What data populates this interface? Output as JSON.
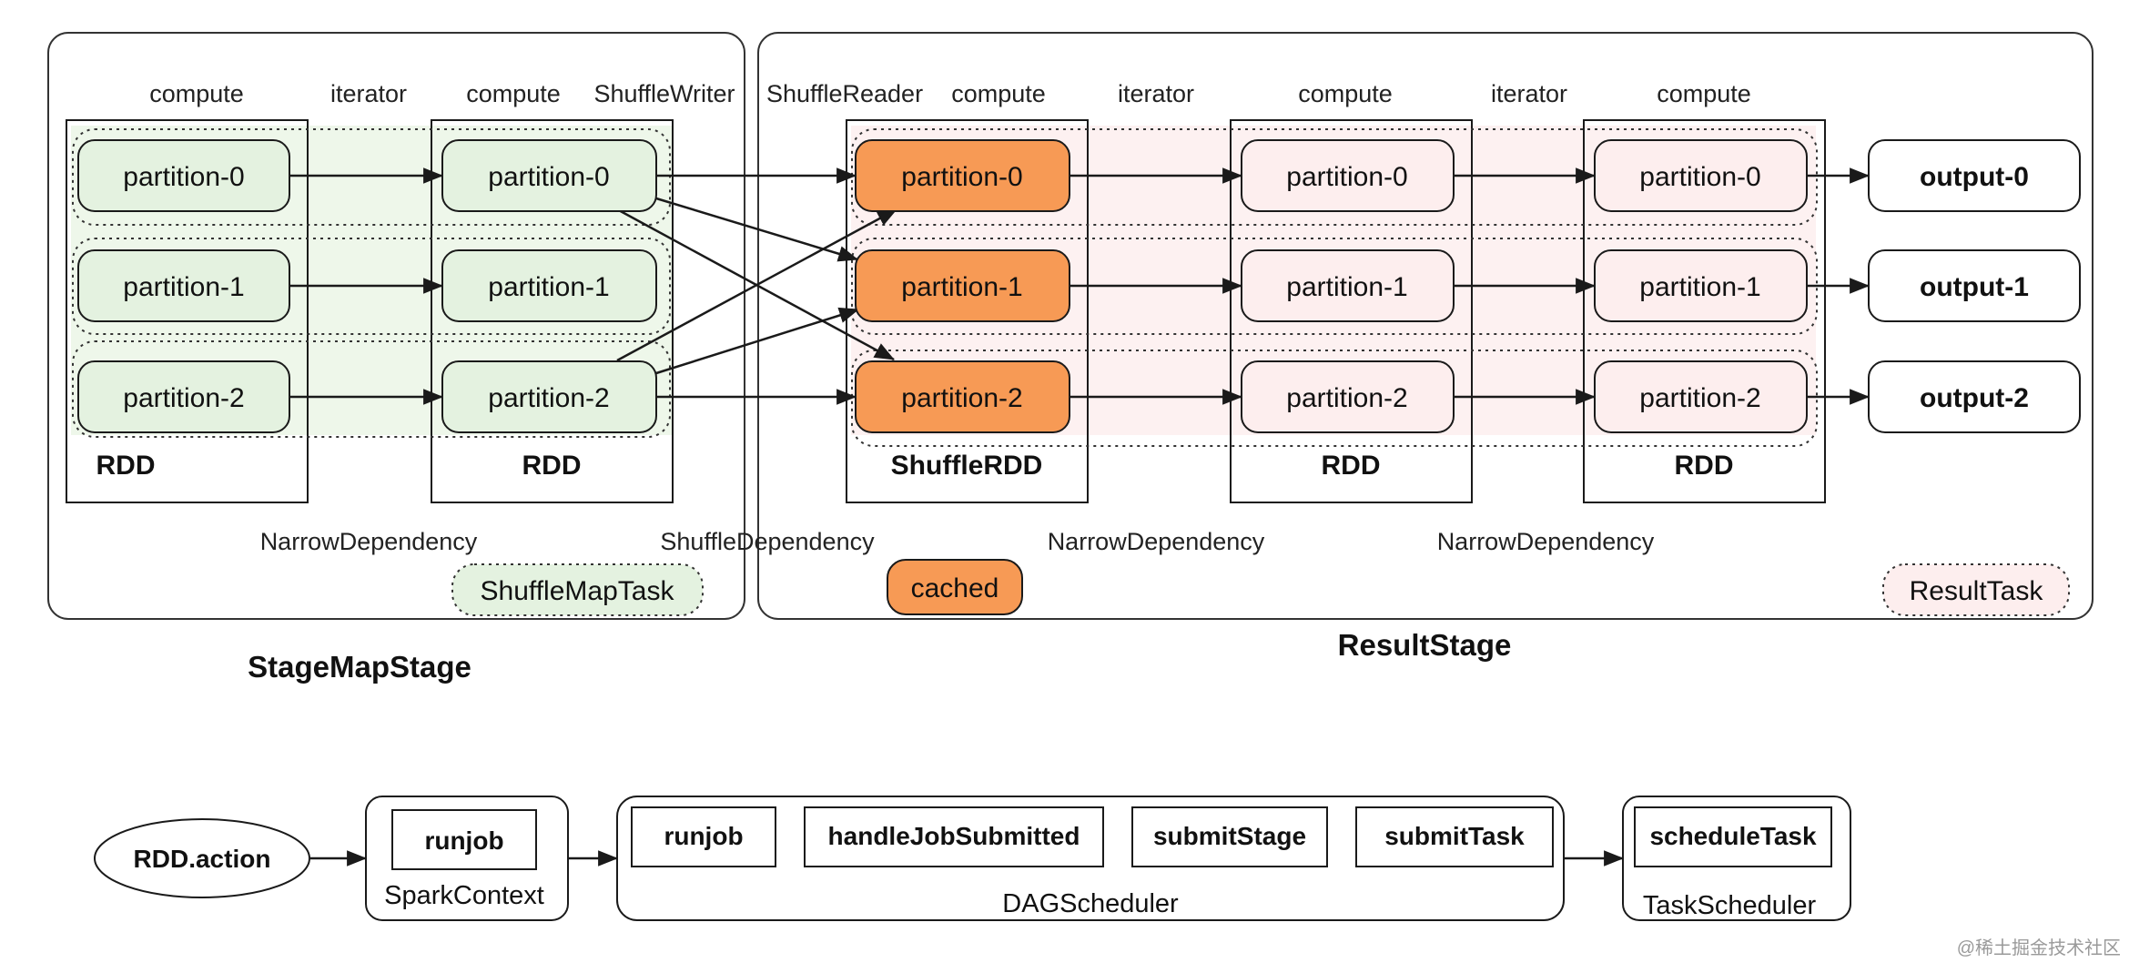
{
  "colors": {
    "map_partition_fill": "#e4f2e0",
    "map_stage_tint": "#eef7ea",
    "result_partition_fill": "#fdeeee",
    "result_stage_tint": "#fdf1f1",
    "shuffle_partition_fill": "#f79a55",
    "cached_fill": "#f79a55",
    "stroke": "#1a1a1a"
  },
  "top_labels": {
    "compute_1": "compute",
    "iterator_1": "iterator",
    "compute_2": "compute",
    "shuffle_writer": "ShuffleWriter",
    "shuffle_reader": "ShuffleReader",
    "compute_3": "compute",
    "iterator_2": "iterator",
    "compute_4": "compute",
    "iterator_3": "iterator",
    "compute_5": "compute"
  },
  "rdd_columns": [
    {
      "caption": "RDD",
      "partitions": [
        "partition-0",
        "partition-1",
        "partition-2"
      ]
    },
    {
      "caption": "RDD",
      "partitions": [
        "partition-0",
        "partition-1",
        "partition-2"
      ]
    },
    {
      "caption": "ShuffleRDD",
      "partitions": [
        "partition-0",
        "partition-1",
        "partition-2"
      ]
    },
    {
      "caption": "RDD",
      "partitions": [
        "partition-0",
        "partition-1",
        "partition-2"
      ]
    },
    {
      "caption": "RDD",
      "partitions": [
        "partition-0",
        "partition-1",
        "partition-2"
      ]
    }
  ],
  "outputs": [
    "output-0",
    "output-1",
    "output-2"
  ],
  "dependencies": {
    "narrow_1": "NarrowDependency",
    "shuffle": "ShuffleDependency",
    "narrow_2": "NarrowDependency",
    "narrow_3": "NarrowDependency"
  },
  "tasks": {
    "shuffle_map_task": "ShuffleMapTask",
    "cached": "cached",
    "result_task": "ResultTask"
  },
  "stages": {
    "map_stage": "StageMapStage",
    "result_stage": "ResultStage"
  },
  "scheduler": {
    "action": "RDD.action",
    "spark_context": {
      "method": "runjob",
      "caption": "SparkContext"
    },
    "dag_scheduler": {
      "methods": [
        "runjob",
        "handleJobSubmitted",
        "submitStage",
        "submitTask"
      ],
      "caption": "DAGScheduler"
    },
    "task_scheduler": {
      "method": "scheduleTask",
      "caption": "TaskScheduler"
    }
  },
  "watermark": "@稀土掘金技术社区"
}
